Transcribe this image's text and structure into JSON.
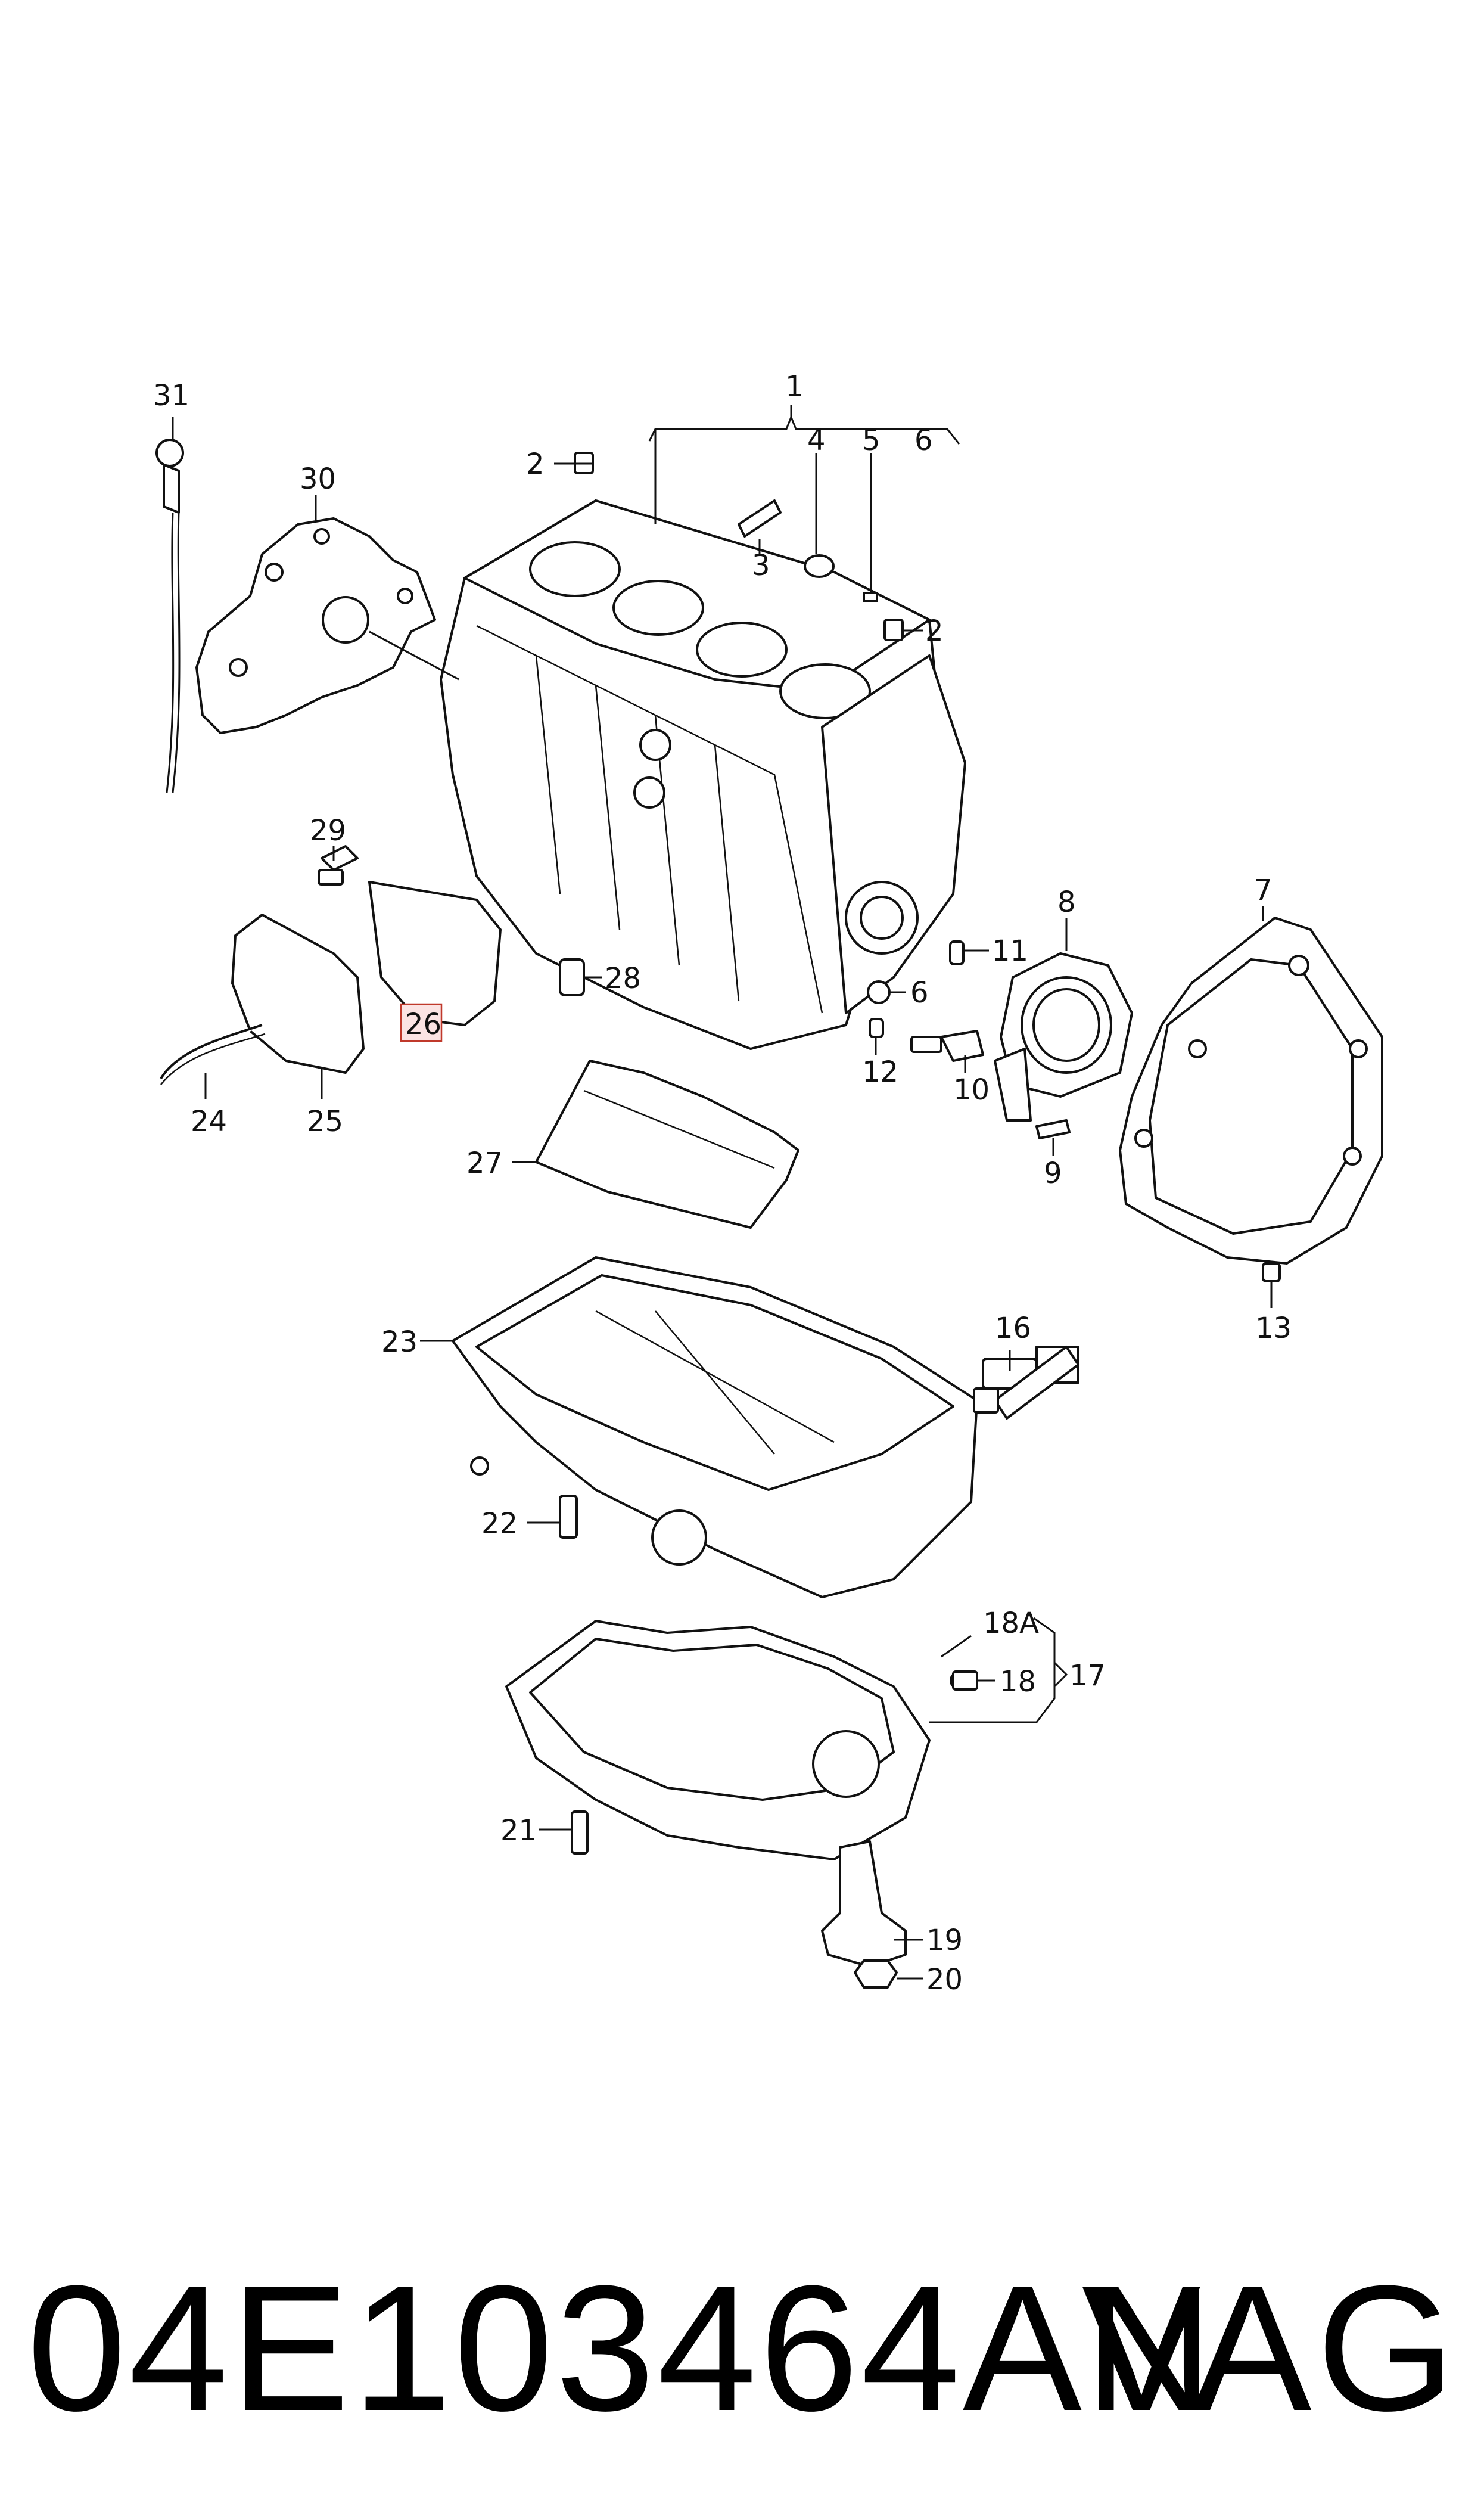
{
  "callouts": [
    {
      "id": "1",
      "text": "1"
    },
    {
      "id": "2a",
      "text": "2"
    },
    {
      "id": "2b",
      "text": "2"
    },
    {
      "id": "3",
      "text": "3"
    },
    {
      "id": "4",
      "text": "4"
    },
    {
      "id": "5",
      "text": "5"
    },
    {
      "id": "6a",
      "text": "6"
    },
    {
      "id": "6b",
      "text": "6"
    },
    {
      "id": "7",
      "text": "7"
    },
    {
      "id": "8",
      "text": "8"
    },
    {
      "id": "9",
      "text": "9"
    },
    {
      "id": "10",
      "text": "10"
    },
    {
      "id": "11",
      "text": "11"
    },
    {
      "id": "12",
      "text": "12"
    },
    {
      "id": "13",
      "text": "13"
    },
    {
      "id": "16",
      "text": "16"
    },
    {
      "id": "17",
      "text": "17"
    },
    {
      "id": "18",
      "text": "18"
    },
    {
      "id": "18A",
      "text": "18A"
    },
    {
      "id": "19",
      "text": "19"
    },
    {
      "id": "20",
      "text": "20"
    },
    {
      "id": "21",
      "text": "21"
    },
    {
      "id": "22",
      "text": "22"
    },
    {
      "id": "23",
      "text": "23"
    },
    {
      "id": "24",
      "text": "24"
    },
    {
      "id": "25",
      "text": "25"
    },
    {
      "id": "26",
      "text": "26",
      "highlighted": true
    },
    {
      "id": "27",
      "text": "27"
    },
    {
      "id": "28",
      "text": "28"
    },
    {
      "id": "29",
      "text": "29"
    },
    {
      "id": "30",
      "text": "30"
    },
    {
      "id": "31",
      "text": "31"
    }
  ],
  "highlight_color": "#c0392b",
  "footer": {
    "part_number": "04E103464AN",
    "brand": "VAG"
  }
}
